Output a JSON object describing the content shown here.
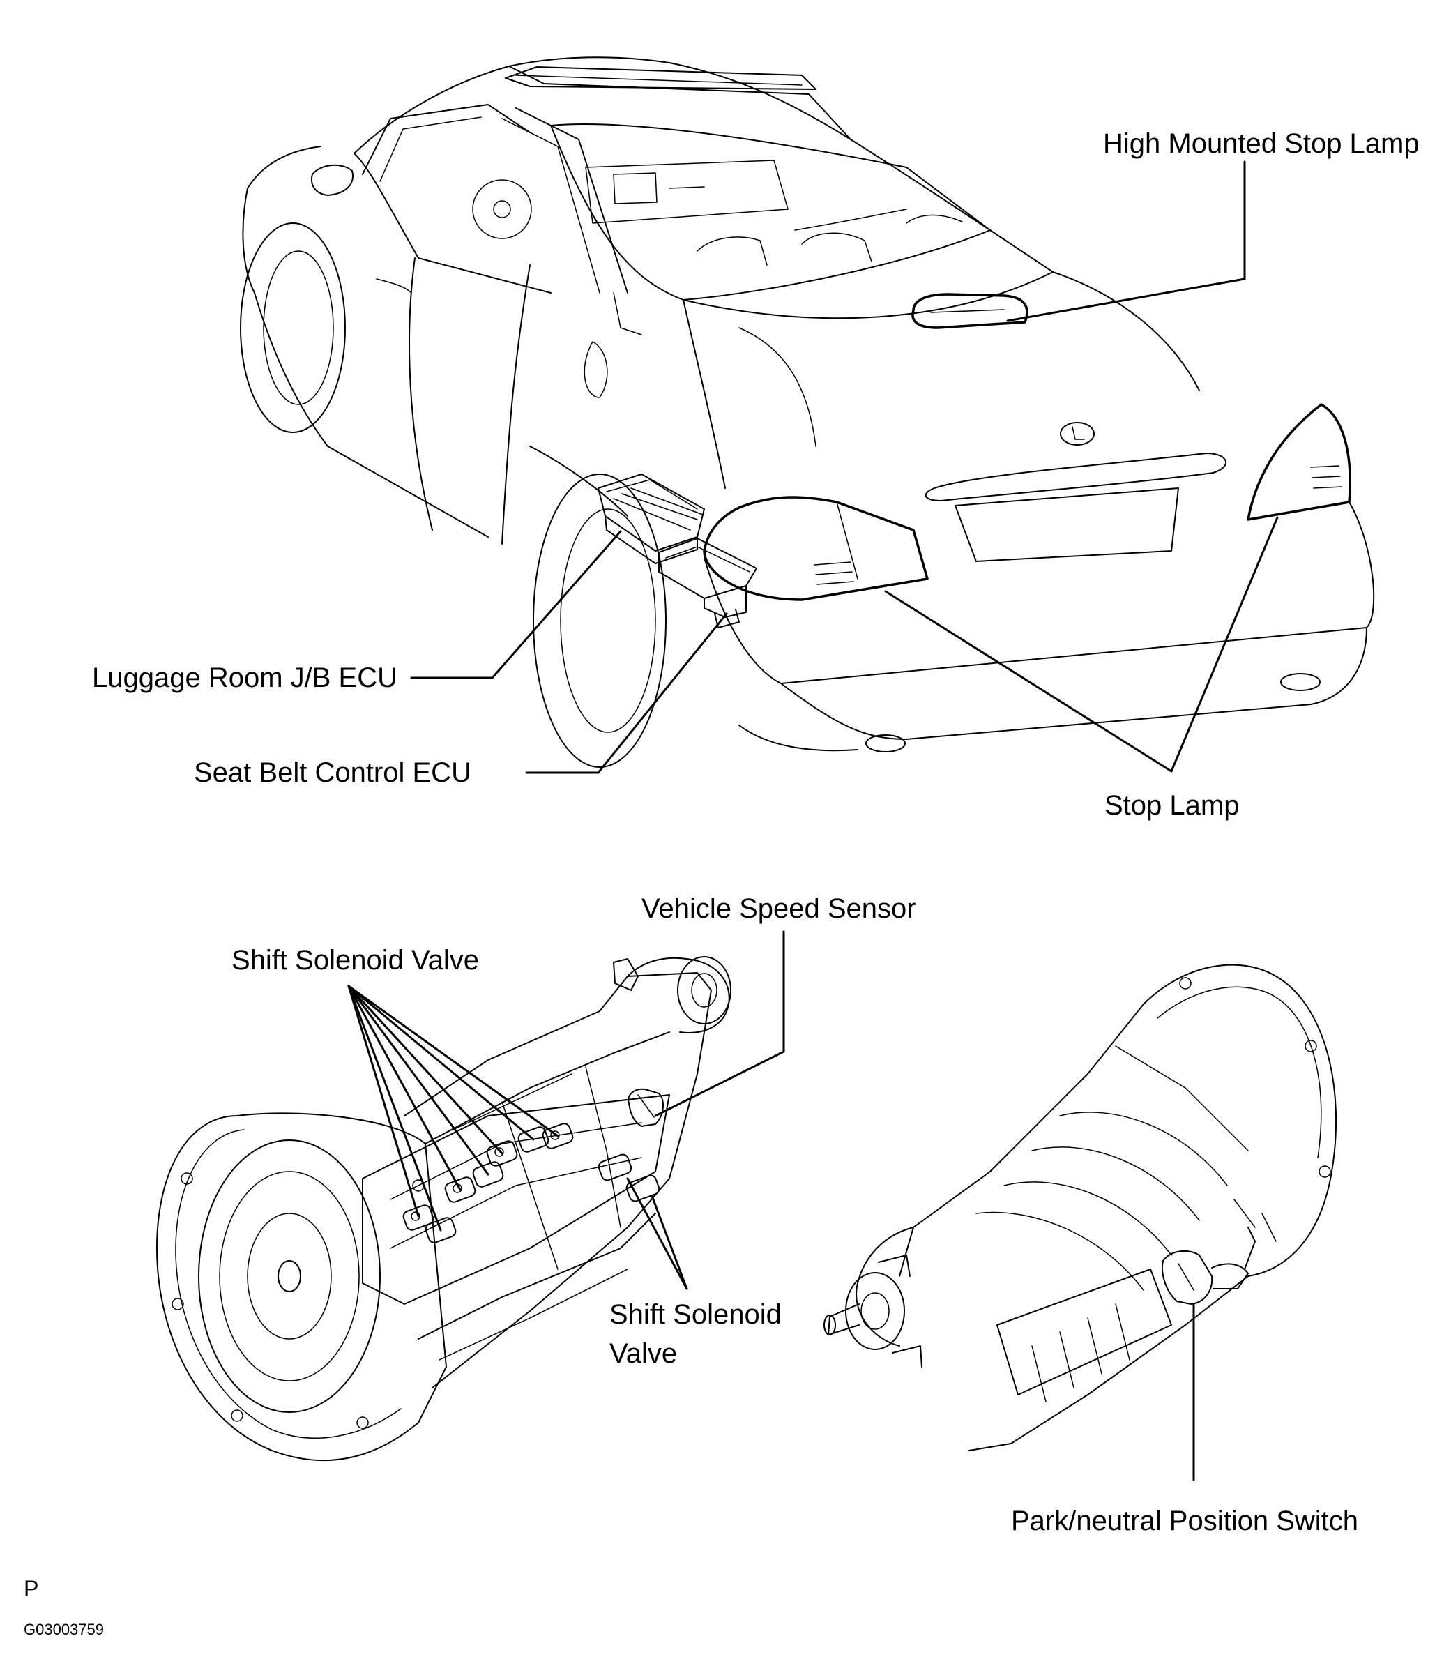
{
  "labels": {
    "high_mounted_stop_lamp": "High Mounted Stop Lamp",
    "luggage_room_jb_ecu": "Luggage Room J/B ECU",
    "seat_belt_control_ecu": "Seat Belt Control ECU",
    "stop_lamp": "Stop Lamp",
    "vehicle_speed_sensor": "Vehicle Speed Sensor",
    "shift_solenoid_valve_top": "Shift Solenoid Valve",
    "shift_solenoid_valve_bottom_line1": "Shift Solenoid",
    "shift_solenoid_valve_bottom_line2": "Valve",
    "park_neutral_position_switch": "Park/neutral Position Switch"
  },
  "footer": {
    "letter": "P",
    "figure_code": "G03003759"
  }
}
